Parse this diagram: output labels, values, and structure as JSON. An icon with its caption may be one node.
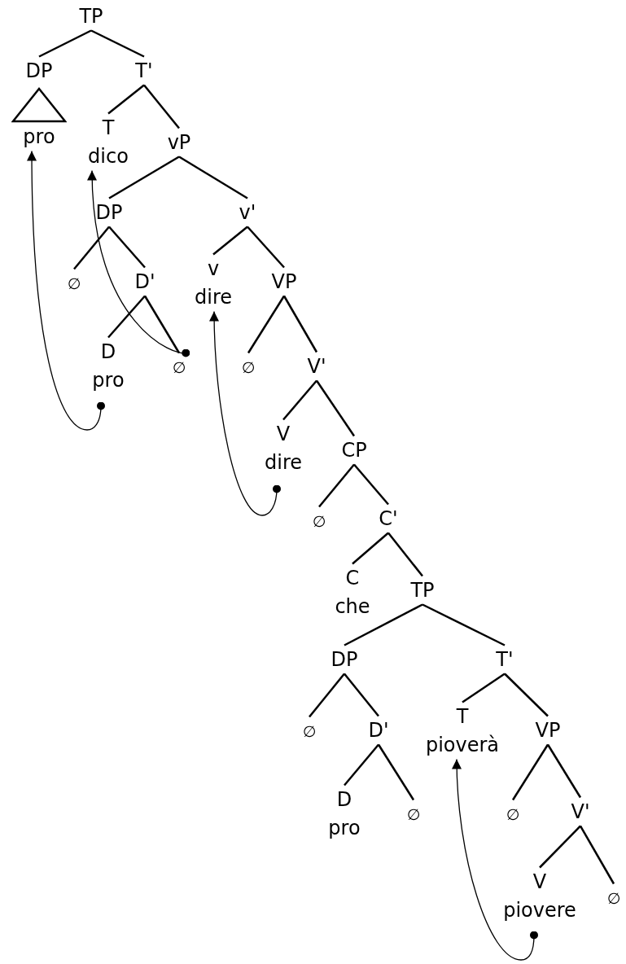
{
  "diagram": {
    "nodes": [
      {
        "text": [
          "TP"
        ]
      },
      {
        "text": [
          "DP",
          "pro"
        ]
      },
      {
        "text": [
          "T'"
        ]
      },
      {
        "text": [
          "T",
          "dico"
        ]
      },
      {
        "text": [
          "vP"
        ]
      },
      {
        "text": [
          "DP"
        ]
      },
      {
        "text": [
          "v'"
        ]
      },
      {
        "text": [
          "∅"
        ]
      },
      {
        "text": [
          "D'"
        ]
      },
      {
        "text": [
          "v",
          "dire"
        ]
      },
      {
        "text": [
          "VP"
        ]
      },
      {
        "text": [
          "D",
          "pro"
        ]
      },
      {
        "text": [
          "∅"
        ]
      },
      {
        "text": [
          "∅"
        ]
      },
      {
        "text": [
          "V'"
        ]
      },
      {
        "text": [
          "V",
          "dire"
        ]
      },
      {
        "text": [
          "CP"
        ]
      },
      {
        "text": [
          "∅"
        ]
      },
      {
        "text": [
          "C'"
        ]
      },
      {
        "text": [
          "C",
          "che"
        ]
      },
      {
        "text": [
          "TP"
        ]
      },
      {
        "text": [
          "DP"
        ]
      },
      {
        "text": [
          "T'"
        ]
      },
      {
        "text": [
          "∅"
        ]
      },
      {
        "text": [
          "D'"
        ]
      },
      {
        "text": [
          "T",
          "pioverà"
        ]
      },
      {
        "text": [
          "VP"
        ]
      },
      {
        "text": [
          "D",
          "pro"
        ]
      },
      {
        "text": [
          "∅"
        ]
      },
      {
        "text": [
          "∅"
        ]
      },
      {
        "text": [
          "V'"
        ]
      },
      {
        "text": [
          "V",
          "piovere"
        ]
      },
      {
        "text": [
          "∅"
        ]
      }
    ],
    "edges": [
      {
        "from": 0,
        "to": 1,
        "arrow": "none"
      },
      {
        "from": 0,
        "to": 2,
        "arrow": "none"
      },
      {
        "from": 2,
        "to": 3,
        "arrow": "none"
      },
      {
        "from": 2,
        "to": 4,
        "arrow": "none"
      },
      {
        "from": 4,
        "to": 5,
        "arrow": "none"
      },
      {
        "from": 4,
        "to": 6,
        "arrow": "none"
      },
      {
        "from": 5,
        "to": 7,
        "arrow": "none"
      },
      {
        "from": 5,
        "to": 8,
        "arrow": "none"
      },
      {
        "from": 6,
        "to": 9,
        "arrow": "none"
      },
      {
        "from": 6,
        "to": 10,
        "arrow": "none"
      },
      {
        "from": 8,
        "to": 11,
        "arrow": "none"
      },
      {
        "from": 8,
        "to": 12,
        "arrow": "none"
      },
      {
        "from": 10,
        "to": 13,
        "arrow": "none"
      },
      {
        "from": 10,
        "to": 14,
        "arrow": "none"
      },
      {
        "from": 14,
        "to": 15,
        "arrow": "none"
      },
      {
        "from": 14,
        "to": 16,
        "arrow": "none"
      },
      {
        "from": 16,
        "to": 17,
        "arrow": "none"
      },
      {
        "from": 16,
        "to": 18,
        "arrow": "none"
      },
      {
        "from": 18,
        "to": 19,
        "arrow": "none"
      },
      {
        "from": 18,
        "to": 20,
        "arrow": "none"
      },
      {
        "from": 20,
        "to": 21,
        "arrow": "none"
      },
      {
        "from": 20,
        "to": 22,
        "arrow": "none"
      },
      {
        "from": 21,
        "to": 23,
        "arrow": "none"
      },
      {
        "from": 21,
        "to": 24,
        "arrow": "none"
      },
      {
        "from": 22,
        "to": 25,
        "arrow": "none"
      },
      {
        "from": 22,
        "to": 26,
        "arrow": "none"
      },
      {
        "from": 24,
        "to": 27,
        "arrow": "none"
      },
      {
        "from": 24,
        "to": 28,
        "arrow": "none"
      },
      {
        "from": 26,
        "to": 29,
        "arrow": "none"
      },
      {
        "from": 26,
        "to": 30,
        "arrow": "none"
      },
      {
        "from": 30,
        "to": 31,
        "arrow": "none"
      },
      {
        "from": 30,
        "to": 32,
        "arrow": "none"
      },
      {
        "from": 11,
        "to": 1,
        "arrow": "to"
      },
      {
        "from": 12,
        "to": 3,
        "arrow": "to"
      },
      {
        "from": 15,
        "to": 9,
        "arrow": "to"
      },
      {
        "from": 31,
        "to": 25,
        "arrow": "to"
      }
    ]
  }
}
